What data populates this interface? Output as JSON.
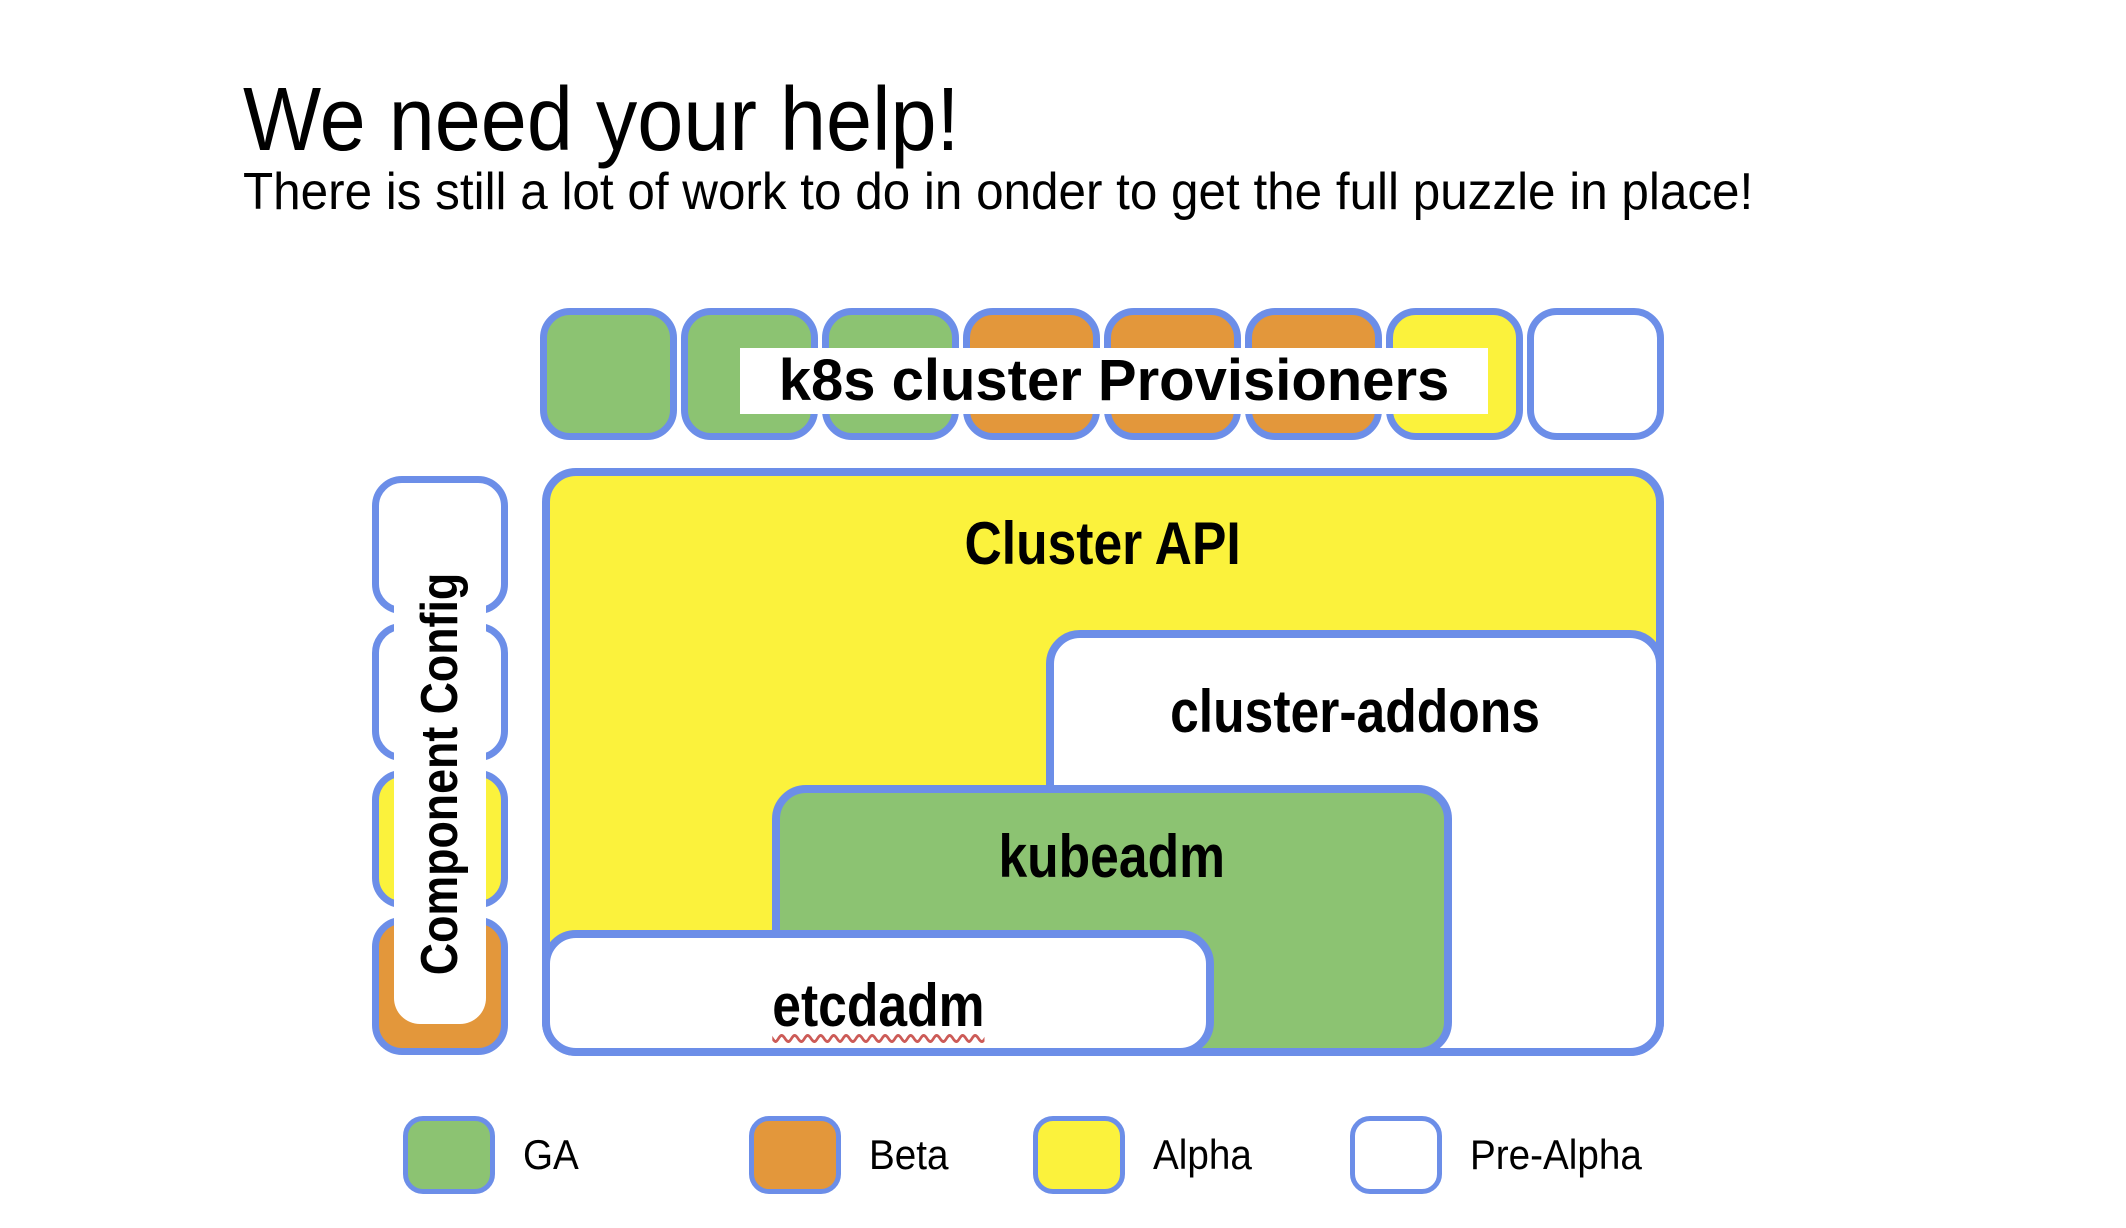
{
  "slide": {
    "title": "We need your help!",
    "subtitle": "There is still a lot of work to do in onder to get the full puzzle in place!"
  },
  "colors": {
    "ga_green": "#8CC372",
    "beta_orange": "#E3973B",
    "alpha_yellow": "#FBF23C",
    "prealpha_white": "#FFFFFF",
    "border_blue": "#6C8EE8",
    "spellcheck_red": "#CC5B57"
  },
  "provisioners": {
    "label": "k8s cluster Provisioners",
    "squares": [
      "ga",
      "ga",
      "ga",
      "beta",
      "beta",
      "beta",
      "alpha",
      "prealpha"
    ]
  },
  "component_config": {
    "label": "Component Config",
    "squares": [
      "prealpha",
      "prealpha",
      "alpha",
      "beta"
    ]
  },
  "boxes": {
    "cluster_api": {
      "label": "Cluster API",
      "status": "alpha"
    },
    "cluster_addons": {
      "label": "cluster-addons",
      "status": "prealpha"
    },
    "kubeadm": {
      "label": "kubeadm",
      "status": "ga"
    },
    "etcdadm": {
      "label": "etcdadm",
      "status": "prealpha",
      "spellcheck_underline": true
    }
  },
  "legend": [
    {
      "label": "GA",
      "status": "ga"
    },
    {
      "label": "Beta",
      "status": "beta"
    },
    {
      "label": "Alpha",
      "status": "alpha"
    },
    {
      "label": "Pre-Alpha",
      "status": "prealpha"
    }
  ]
}
